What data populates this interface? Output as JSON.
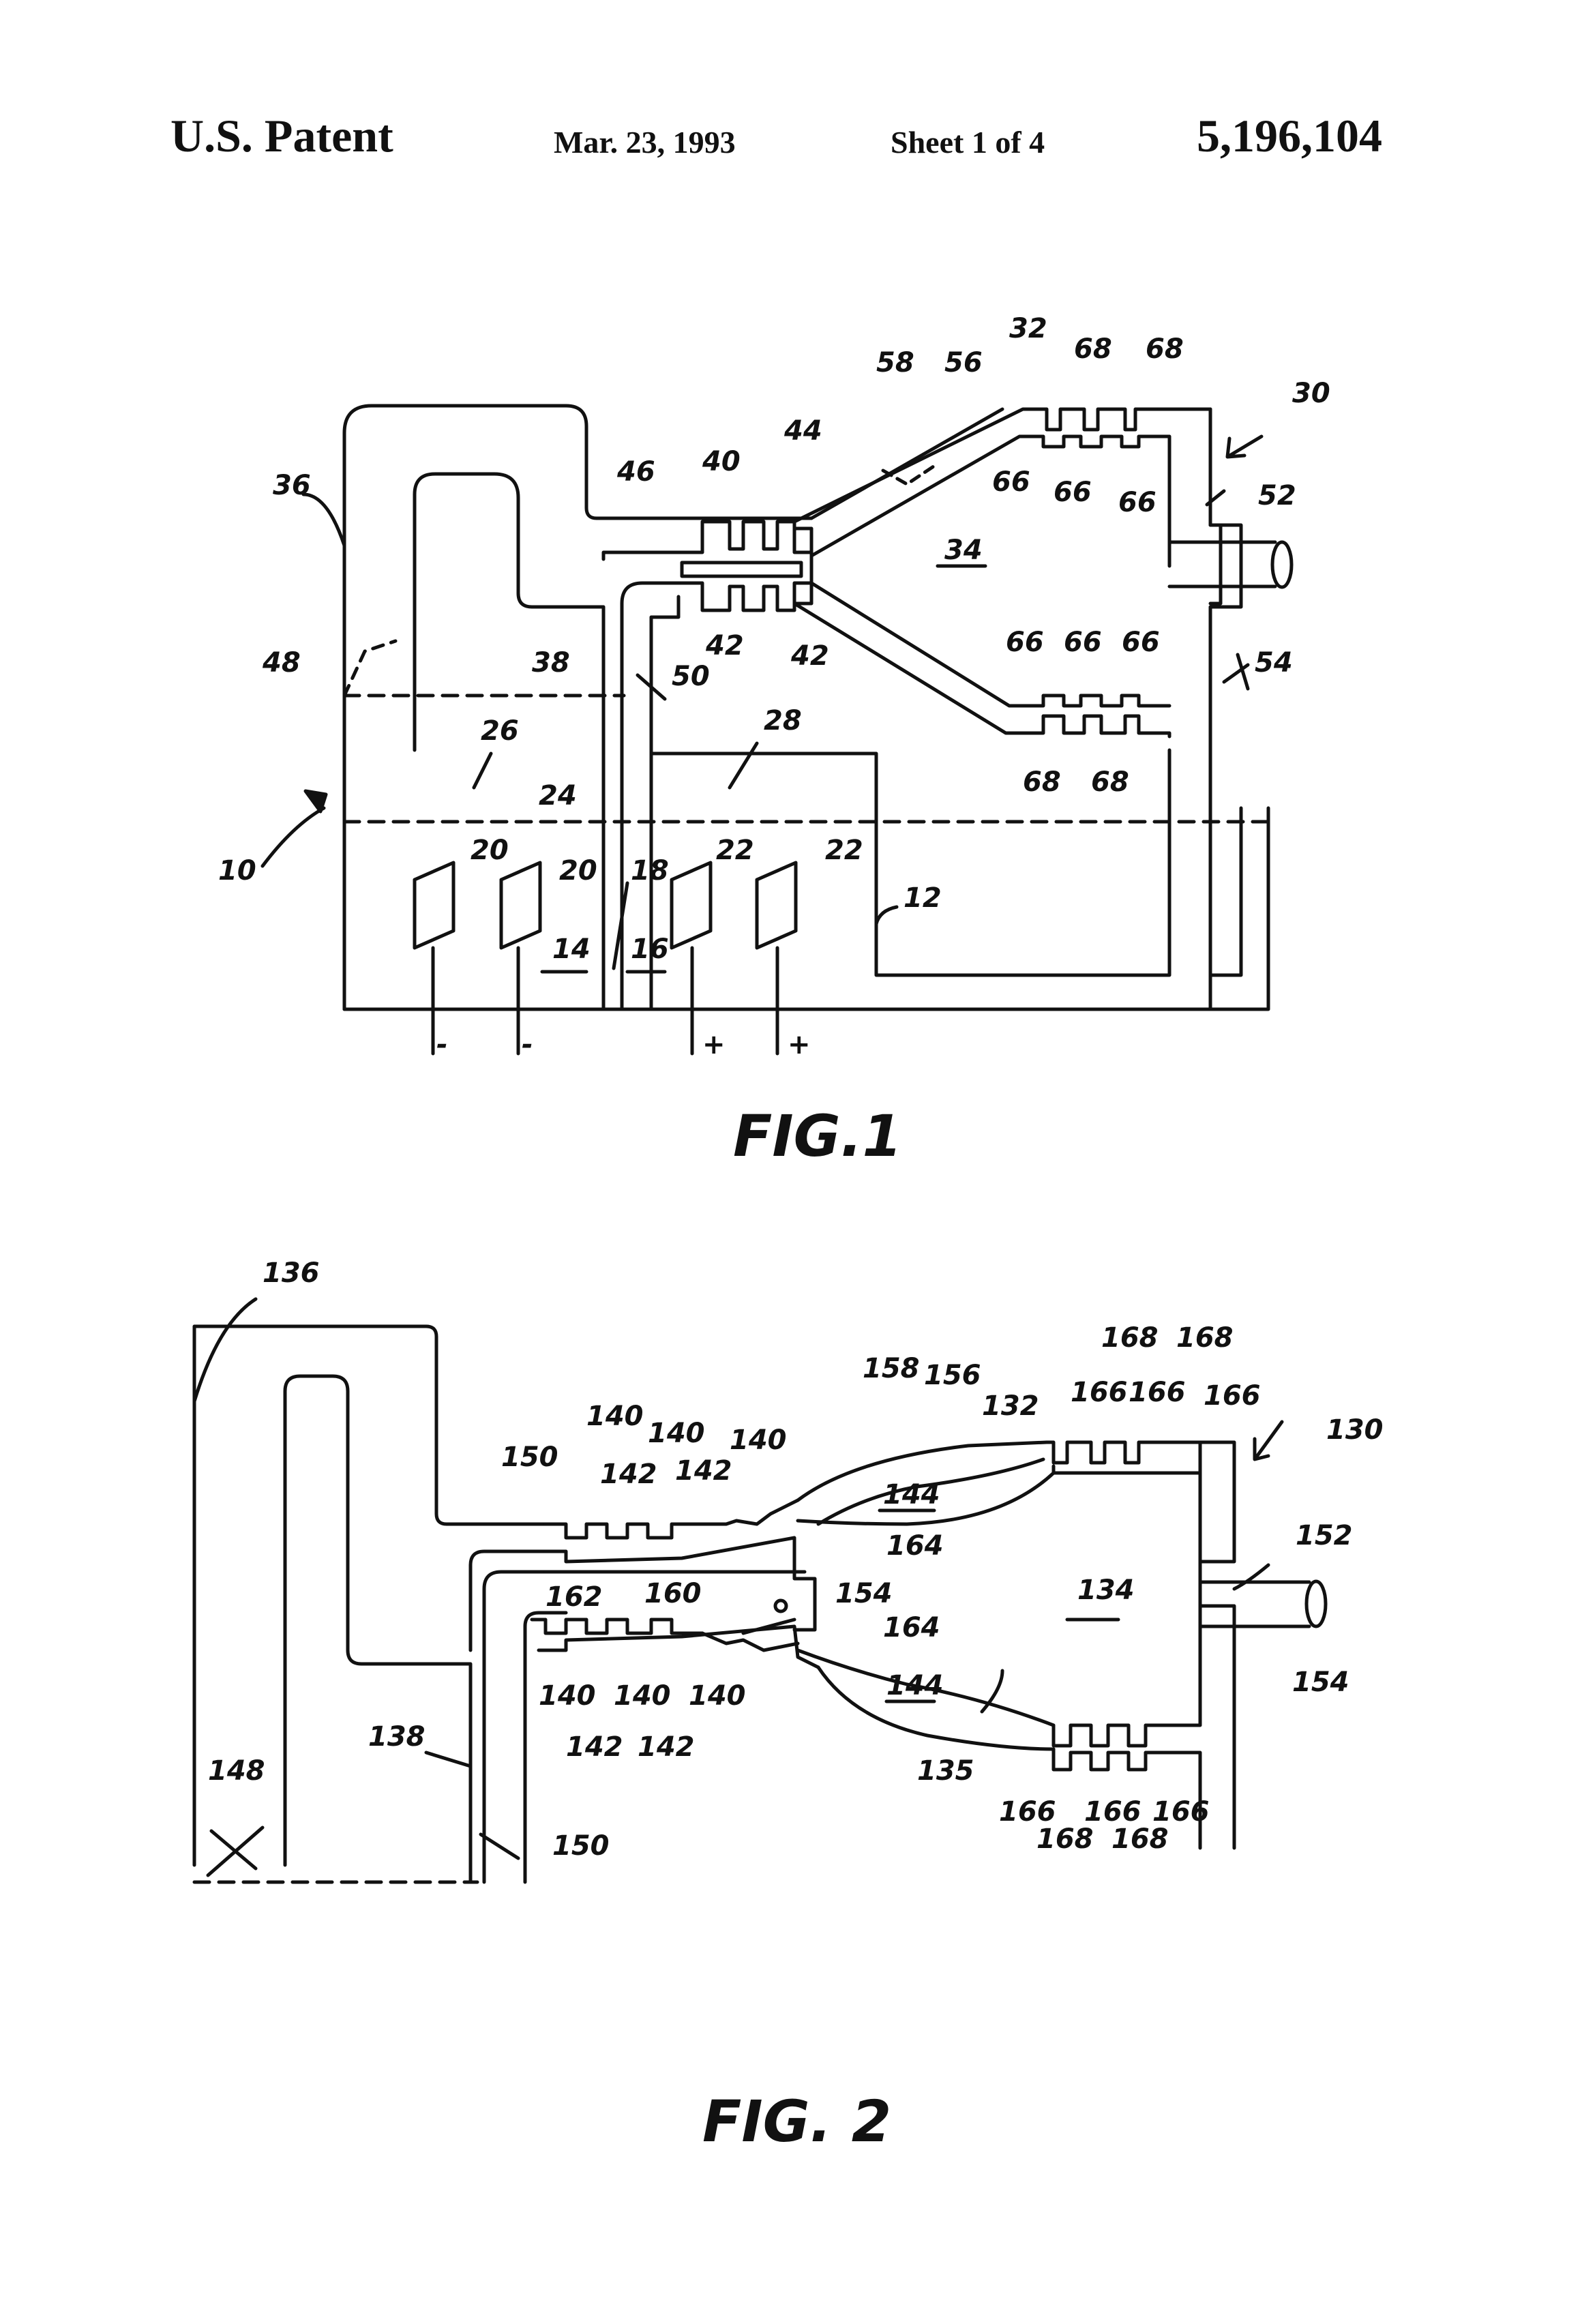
{
  "header": {
    "left": "U.S. Patent",
    "date": "Mar. 23, 1993",
    "sheet": "Sheet 1 of 4",
    "patent_number": "5,196,104"
  },
  "fig1": {
    "caption": "FIG.1",
    "labels": {
      "l10": "10",
      "l12": "12",
      "l14": "14",
      "l16": "16",
      "l18": "18",
      "l20a": "20",
      "l20b": "20",
      "l22a": "22",
      "l22b": "22",
      "l24": "24",
      "l26": "26",
      "l28": "28",
      "l30": "30",
      "l32": "32",
      "l34": "34",
      "l36": "36",
      "l38": "38",
      "l40": "40",
      "l42a": "42",
      "l42b": "42",
      "l44": "44",
      "l46": "46",
      "l48": "48",
      "l50": "50",
      "l52": "52",
      "l54": "54",
      "l56": "56",
      "l58": "58",
      "l66a": "66",
      "l66b": "66",
      "l66c": "66",
      "l66d": "66",
      "l66e": "66",
      "l66f": "66",
      "l68a": "68",
      "l68b": "68",
      "l68c": "68",
      "l68d": "68",
      "minus1": "-",
      "minus2": "-",
      "plus1": "+",
      "plus2": "+"
    }
  },
  "fig2": {
    "caption": "FIG. 2",
    "labels": {
      "l130": "130",
      "l132": "132",
      "l134": "134",
      "l135": "135",
      "l136": "136",
      "l138": "138",
      "l140a": "140",
      "l140b": "140",
      "l140c": "140",
      "l140d": "140",
      "l140e": "140",
      "l140f": "140",
      "l142a": "142",
      "l142b": "142",
      "l142c": "142",
      "l142d": "142",
      "l144a": "144",
      "l144b": "144",
      "l148": "148",
      "l150a": "150",
      "l150b": "150",
      "l152": "152",
      "l154a": "154",
      "l154b": "154",
      "l156": "156",
      "l158": "158",
      "l160": "160",
      "l162": "162",
      "l164a": "164",
      "l164b": "164",
      "l166a": "166",
      "l166b": "166",
      "l166c": "166",
      "l166d": "166",
      "l166e": "166",
      "l166f": "166",
      "l168a": "168",
      "l168b": "168",
      "l168c": "168",
      "l168d": "168"
    }
  }
}
